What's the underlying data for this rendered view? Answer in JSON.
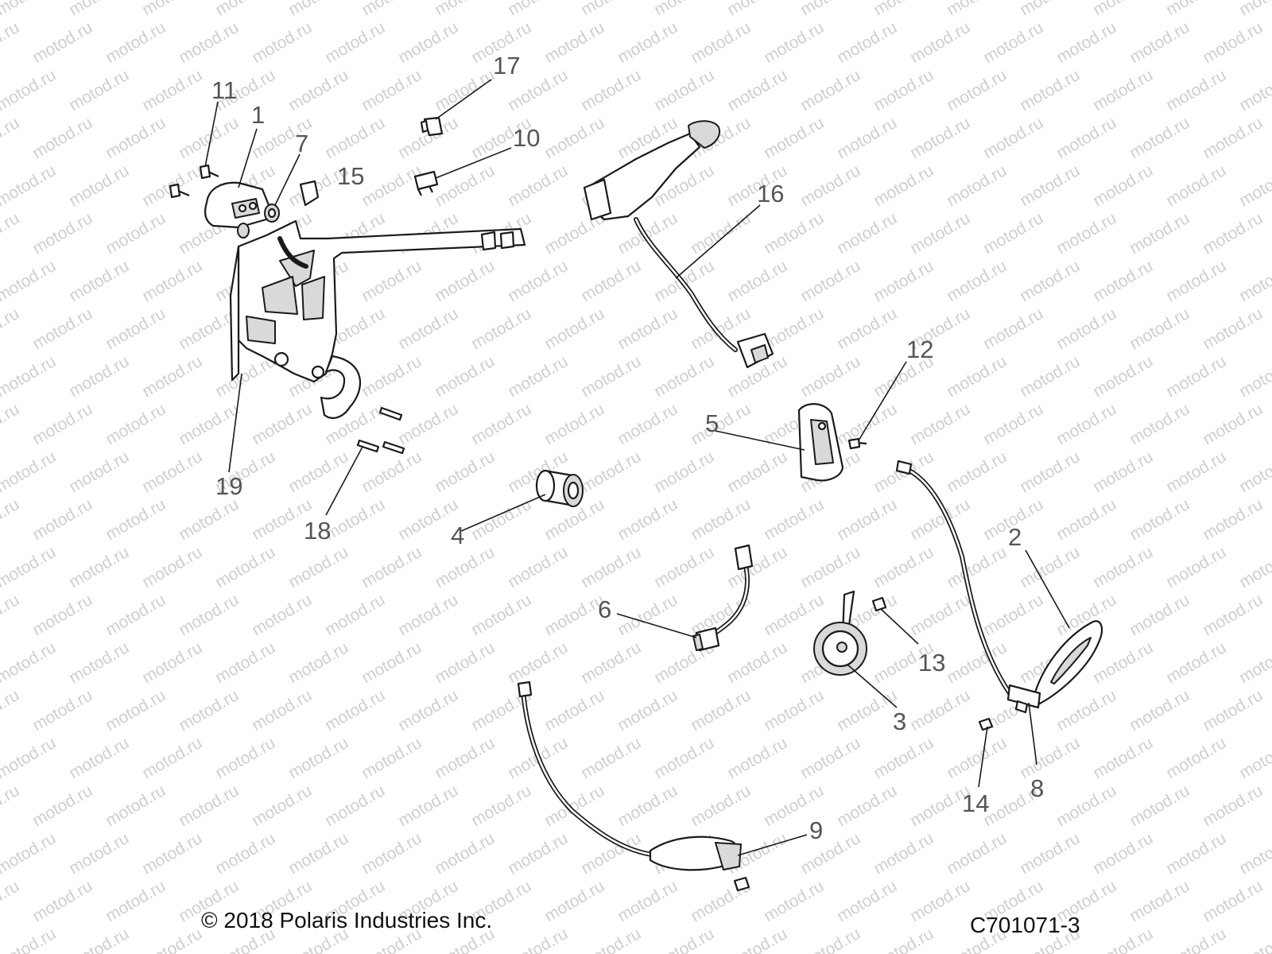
{
  "watermark": {
    "text": "motod.ru"
  },
  "callouts": [
    {
      "id": "1",
      "label": "1"
    },
    {
      "id": "2",
      "label": "2"
    },
    {
      "id": "3",
      "label": "3"
    },
    {
      "id": "4",
      "label": "4"
    },
    {
      "id": "5",
      "label": "5"
    },
    {
      "id": "6",
      "label": "6"
    },
    {
      "id": "7",
      "label": "7"
    },
    {
      "id": "8",
      "label": "8"
    },
    {
      "id": "9",
      "label": "9"
    },
    {
      "id": "10",
      "label": "10"
    },
    {
      "id": "11",
      "label": "11"
    },
    {
      "id": "12",
      "label": "12"
    },
    {
      "id": "13",
      "label": "13"
    },
    {
      "id": "14",
      "label": "14"
    },
    {
      "id": "15",
      "label": "15"
    },
    {
      "id": "16",
      "label": "16"
    },
    {
      "id": "17",
      "label": "17"
    },
    {
      "id": "18",
      "label": "18"
    },
    {
      "id": "19",
      "label": "19"
    }
  ],
  "footer": {
    "copyright": "© 2018 Polaris Industries Inc.",
    "figure_code": "C701071-3"
  }
}
